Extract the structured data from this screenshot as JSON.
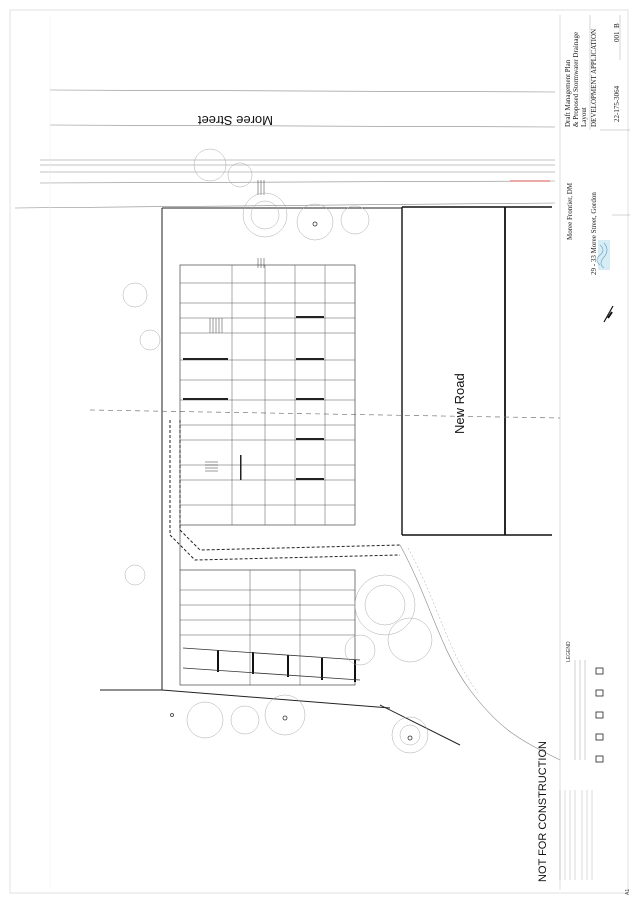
{
  "drawing": {
    "street_label": "Moree Street",
    "road_label": "New Road",
    "stamp": "NOT FOR CONSTRUCTION",
    "sheet_size": "A1"
  },
  "legend": {
    "title": "LEGEND"
  },
  "title_block": {
    "drawing_title_1": "Draft Management Plan",
    "drawing_title_2": "& Proposed Stormwater Drainage",
    "drawing_title_3": "Layout",
    "status": "DEVELOPMENT APPLICATION",
    "project": "Moree Frontier, DM",
    "address": "29 - 33 Moree Street, Gordon",
    "job_no": "22-175-3064",
    "drawing_no": "001",
    "revision": "B"
  },
  "colors": {
    "line": "#222222",
    "faint": "#9a9a9a",
    "accent": "#d9534f",
    "logo": "#6aa8c8"
  }
}
